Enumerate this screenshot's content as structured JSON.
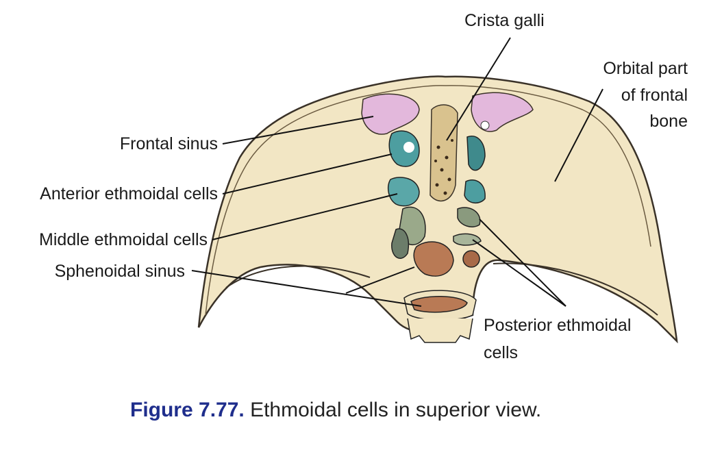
{
  "labels": {
    "crista_galli": "Crista galli",
    "orbital_part": [
      "Orbital part",
      "of frontal",
      "bone"
    ],
    "frontal_sinus": "Frontal sinus",
    "anterior_ethmoidal": "Anterior ethmoidal cells",
    "middle_ethmoidal": "Middle ethmoidal cells",
    "sphenoidal_sinus": "Sphenoidal sinus",
    "posterior_ethmoidal": [
      "Posterior ethmoidal",
      "cells"
    ]
  },
  "caption": {
    "figure_number": "Figure 7.77.",
    "text": "Ethmoidal cells in superior view."
  },
  "colors": {
    "bone": "#f2e6c4",
    "frontal_sinus": "#e3b8dc",
    "ethmoidal_cells": "#4d9ea0",
    "sphenoidal_sinus": "#b97a55",
    "caption_accent": "#1f2e8c"
  }
}
